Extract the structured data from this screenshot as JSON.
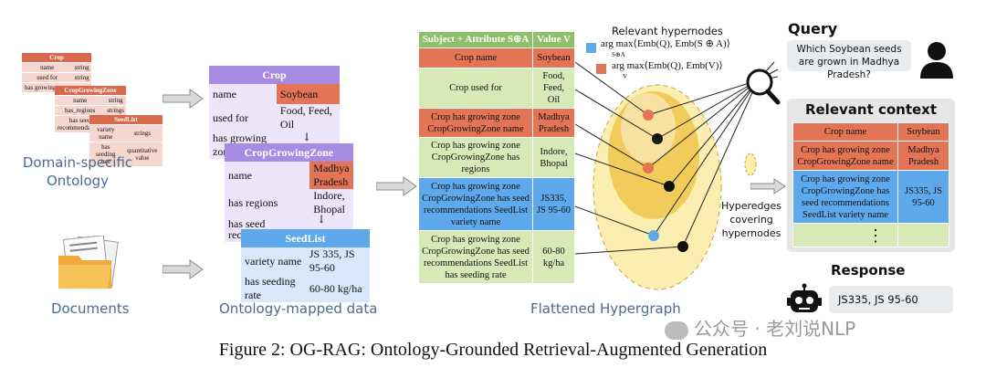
{
  "figure": {
    "caption": "Figure 2: OG-RAG: Ontology-Grounded Retrieval-Augmented Generation",
    "watermark": "公众号 · 老刘说NLP"
  },
  "labels": {
    "domain_ontology": [
      "Domain-specific",
      "Ontology"
    ],
    "documents": "Documents",
    "ontology_mapped": "Ontology-mapped data",
    "flattened": "Flattened Hypergraph",
    "query_title": "Query",
    "relevant_context": "Relevant context",
    "response_title": "Response",
    "hyperedges": [
      "Hyperedges",
      "covering",
      "hypernodes"
    ]
  },
  "mini_ontology": {
    "crop": {
      "title": "Crop",
      "rows": [
        [
          "name",
          "string"
        ],
        [
          "used for",
          "string"
        ],
        [
          "has growing zone",
          ""
        ]
      ]
    },
    "zone": {
      "title": "CropGrowingZone",
      "rows": [
        [
          "name",
          "string"
        ],
        [
          "has_regions",
          "strings"
        ],
        [
          "has seed recommendations",
          ""
        ]
      ]
    },
    "seed": {
      "title": "SeedList",
      "rows": [
        [
          "variety name",
          "strings"
        ],
        [
          "has seeding rate",
          "quantitative value"
        ]
      ]
    }
  },
  "mapped": {
    "crop": {
      "title": "Crop",
      "rows": [
        [
          "name",
          "Soybean"
        ],
        [
          "used for",
          "Food, Feed, Oil"
        ],
        [
          "has growing zone",
          ""
        ]
      ]
    },
    "zone": {
      "title": "CropGrowingZone",
      "rows": [
        [
          "name",
          "Madhya Pradesh"
        ],
        [
          "has regions",
          "Indore, Bhopal"
        ],
        [
          "has seed recommendations",
          ""
        ]
      ]
    },
    "seed": {
      "title": "SeedList",
      "rows": [
        [
          "variety name",
          "JS 335, JS 95-60"
        ],
        [
          "has seeding rate",
          "60-80 kg/ha"
        ]
      ]
    }
  },
  "flat": {
    "header_left": "Subject + Attribute S⊕A",
    "header_right": "Value V",
    "rows": [
      {
        "s": "Crop name",
        "v": "Soybean",
        "color": "#e47456"
      },
      {
        "s": "Crop used for",
        "v": "Food, Feed, Oil",
        "color": "#d7e9b7"
      },
      {
        "s": "Crop has growing zone CropGrowingZone name",
        "v": "Madhya Pradesh",
        "color": "#e47456"
      },
      {
        "s": "Crop has growing zone CropGrowingZone has regions",
        "v": "Indore, Bhopal",
        "color": "#d7e9b7"
      },
      {
        "s": "Crop has growing zone CropGrowingZone has seed recommendations SeedList variety name",
        "v": "JS335, JS 95-60",
        "color": "#5ea9ec"
      },
      {
        "s": "Crop has growing zone CropGrowingZone has seed recommendations SeedList has seeding rate",
        "v": "60-80 kg/ha",
        "color": "#d7e9b7"
      }
    ]
  },
  "legend": {
    "title": "Relevant hypernodes",
    "blue": "arg max⟨Emb(Q), Emb(S ⊕ A)⟩",
    "blue_sub": "S⊕A",
    "orange": "arg max⟨Emb(Q), Emb(V)⟩",
    "orange_sub": "V"
  },
  "query_text": "Which Soybean seeds are grown in Madhya Pradesh?",
  "context": {
    "rows": [
      {
        "s": "Crop name",
        "v": "Soybean",
        "color": "#e47456"
      },
      {
        "s": "Crop has growing zone CropGrowingZone name",
        "v": "Madhya Pradesh",
        "color": "#e47456"
      },
      {
        "s": "Crop has growing zone CropGrowingZone has seed recommendations SeedList variety name",
        "v": "JS335, JS 95-60",
        "color": "#5ea9ec"
      }
    ],
    "dots": "⋮"
  },
  "response_text": "JS335, JS 95-60"
}
